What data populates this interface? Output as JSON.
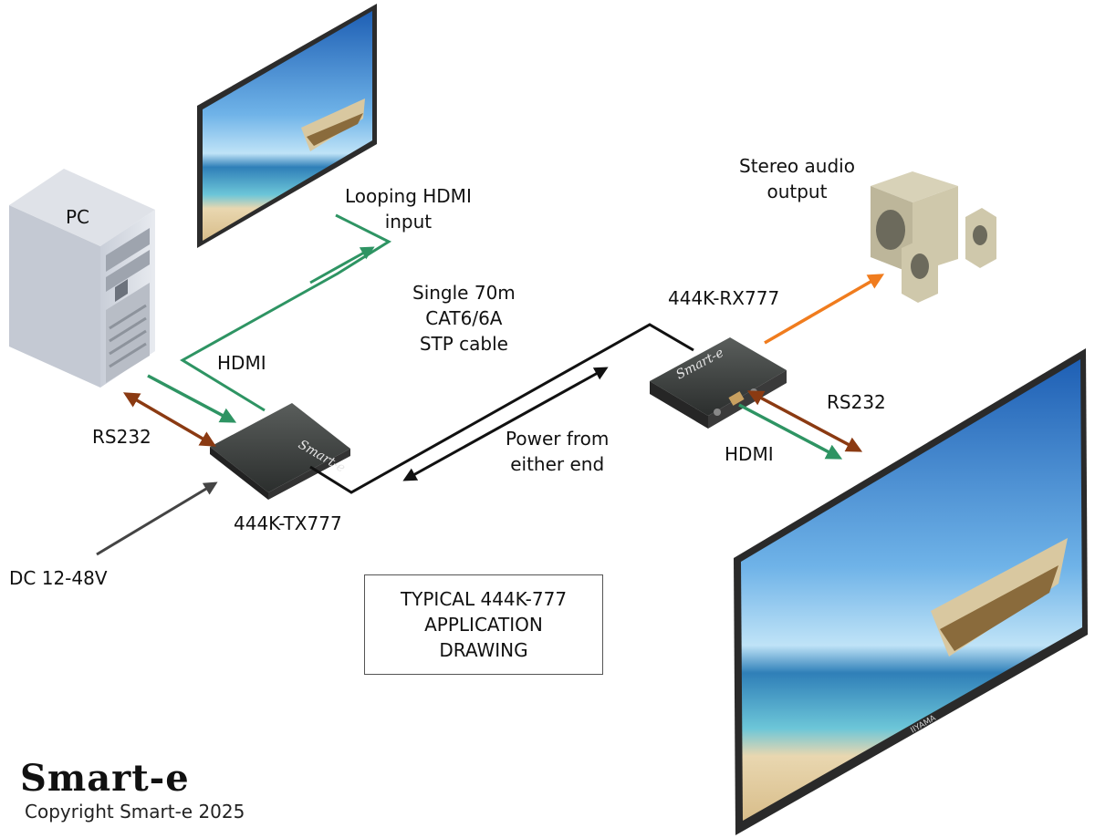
{
  "nodes": {
    "pc": "PC",
    "tx": "444K-TX777",
    "rx": "444K-RX777",
    "audio": "Stereo audio\noutput",
    "loop_hdmi": "Looping HDMI\ninput"
  },
  "labels": {
    "hdmi_tx": "HDMI",
    "rs232_tx": "RS232",
    "dc": "DC 12-48V",
    "cable": "Single 70m\nCAT6/6A\nSTP cable",
    "power": "Power from\neither end",
    "rs232_rx": "RS232",
    "hdmi_rx": "HDMI"
  },
  "device_text": {
    "tx_brand": "Smart-e",
    "rx_brand": "Smart-e",
    "tv_brand": "IIYAMA"
  },
  "title": "TYPICAL 444K-777\nAPPLICATION\nDRAWING",
  "footer": {
    "brand": "Smart-e",
    "copyright": "Copyright Smart-e 2025"
  },
  "colors": {
    "hdmi": "#2e9463",
    "rs232": "#8b3a12",
    "audio": "#f07c1e",
    "power": "#444444",
    "cable": "#111111"
  }
}
